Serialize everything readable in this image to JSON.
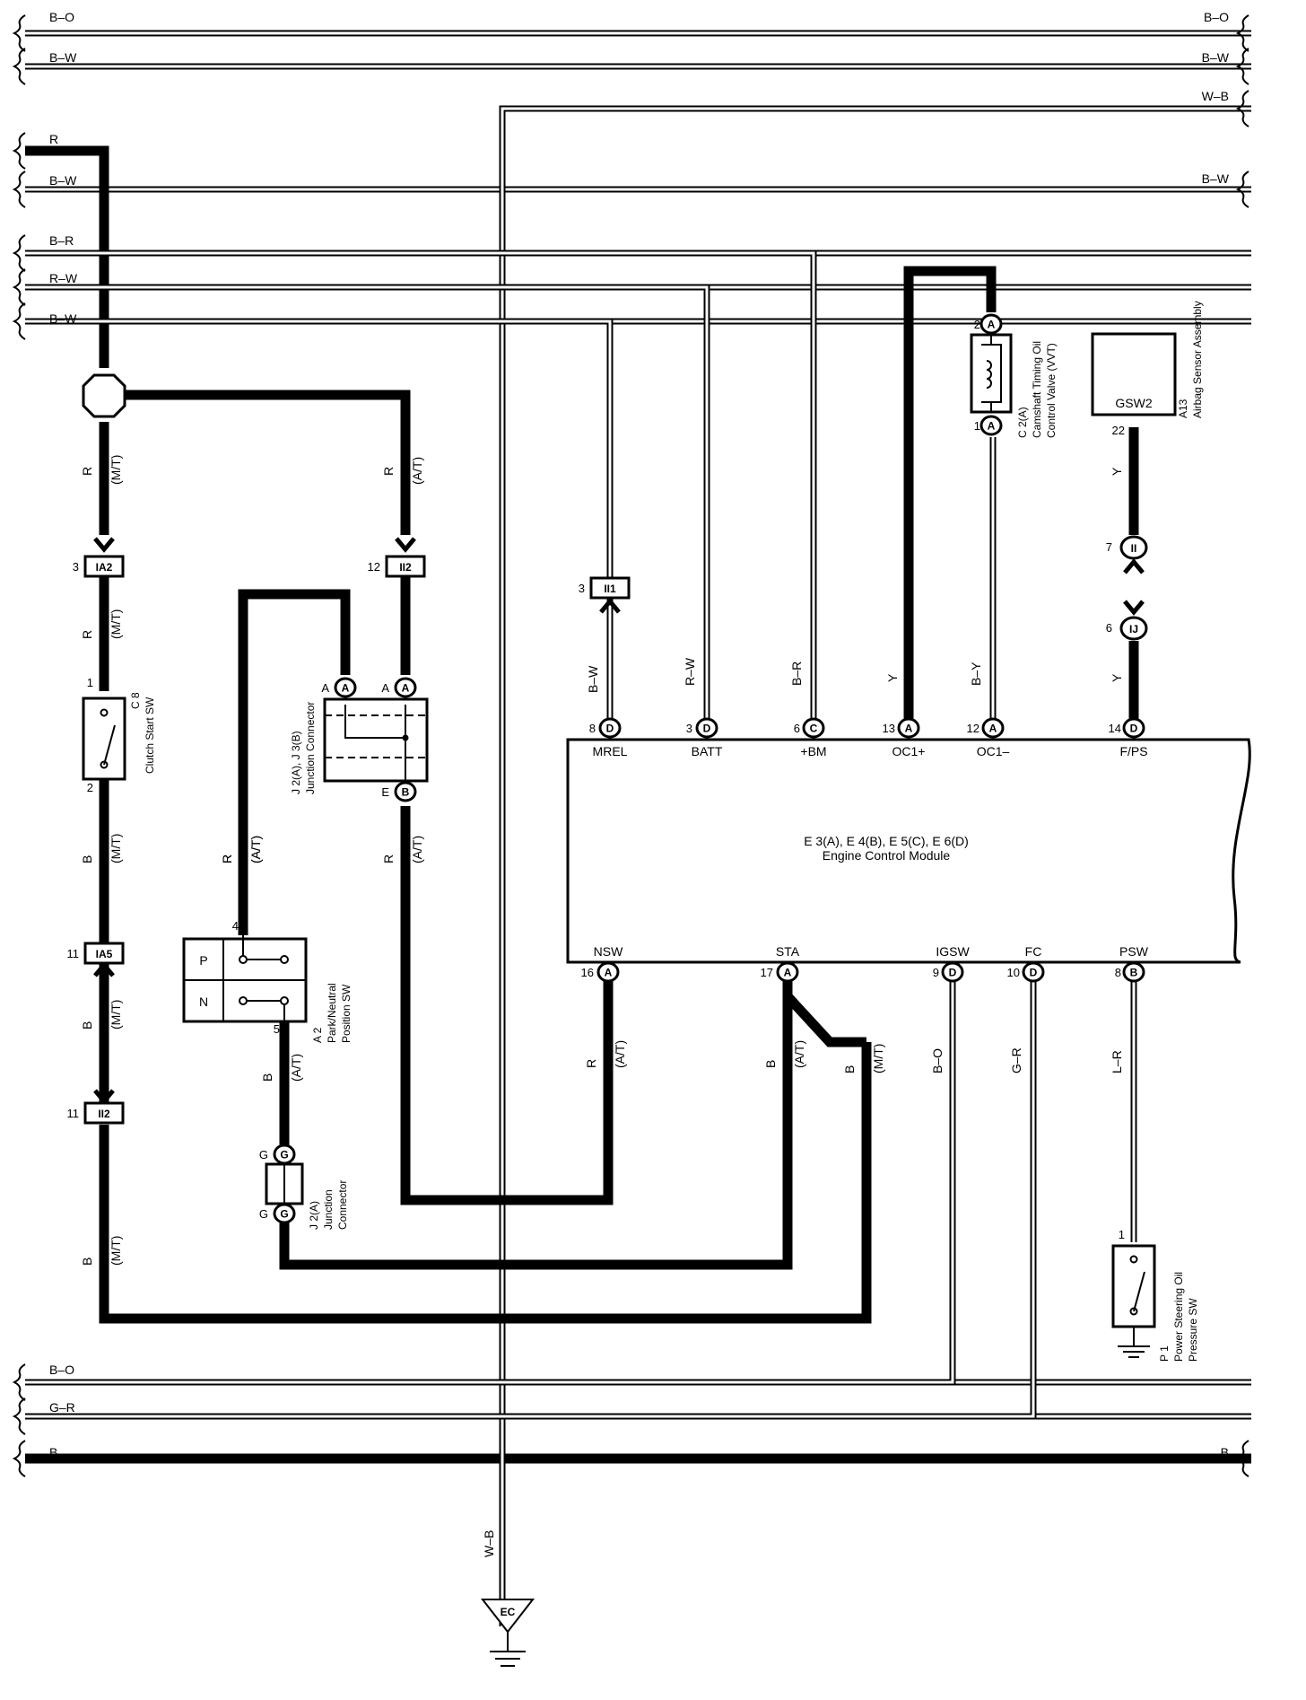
{
  "left_bus_labels": [
    "B–O",
    "B–W",
    "R",
    "B–W",
    "B–R",
    "R–W",
    "B–W",
    "B–O",
    "G–R",
    "B"
  ],
  "right_bus_labels": [
    "B–O",
    "B–W",
    "W–B",
    "B–W",
    "B"
  ],
  "wire_labels": [
    "R",
    "(M/T)",
    "R",
    "(M/T)",
    "B",
    "(M/T)",
    "B",
    "(M/T)",
    "B",
    "(M/T)",
    "R",
    "(A/T)",
    "R",
    "(A/T)",
    "R",
    "(A/T)",
    "R",
    "(A/T)",
    "B",
    "(A/T)",
    "B–W",
    "R–W",
    "B–R",
    "Y",
    "B–Y",
    "Y",
    "Y",
    "R",
    "(A/T)",
    "B",
    "(A/T)",
    "B",
    "(M/T)",
    "B–O",
    "G–R",
    "L–R",
    "W–B"
  ],
  "junction_codes": [
    "IA2",
    "IA5",
    "II2",
    "II2",
    "II1",
    "II",
    "IJ"
  ],
  "pin_numbers": [
    "3",
    "11",
    "11",
    "12",
    "3",
    "1",
    "2",
    "4",
    "5",
    "7",
    "6",
    "22",
    "1",
    "2",
    "1",
    "8",
    "3",
    "6",
    "13",
    "12",
    "14",
    "16",
    "17",
    "9",
    "10",
    "8"
  ],
  "pin_letters": [
    "A",
    "A",
    "B",
    "A",
    "A",
    "D",
    "D",
    "C",
    "A",
    "A",
    "D",
    "A",
    "A",
    "D",
    "D",
    "B",
    "A",
    "A",
    "G",
    "G",
    "A",
    "A"
  ],
  "pin_side_letters": [
    "A",
    "A",
    "E",
    "G",
    "G"
  ],
  "ecm": {
    "top_terminals": [
      "MREL",
      "BATT",
      "+BM",
      "OC1+",
      "OC1–",
      "F/PS"
    ],
    "bottom_terminals": [
      "NSW",
      "STA",
      "IGSW",
      "FC",
      "PSW"
    ],
    "name_line1": "E 3(A), E 4(B), E 5(C), E 6(D)",
    "name_line2": "Engine Control Module"
  },
  "components": {
    "clutch_code": "C 8",
    "clutch_name": "Clutch Start SW",
    "jc1_code": "J 2(A), J 3(B)",
    "jc1_name": "Junction Connector",
    "pn_code": "A 2",
    "pn_name1": "Park/Neutral",
    "pn_name2": "Position SW",
    "pn_p": "P",
    "pn_n": "N",
    "jc2_code": "J 2(A)",
    "jc2_name1": "Junction",
    "jc2_name2": "Connector",
    "vvt_code": "C 2(A)",
    "vvt_name1": "Camshaft Timing Oil",
    "vvt_name2": "Control Valve (VVT)",
    "airbag_code": "A13",
    "airbag_name": "Airbag Sensor Assembly",
    "airbag_terminal": "GSW2",
    "ps_code": "P 1",
    "ps_name1": "Power Steering Oil",
    "ps_name2": "Pressure SW",
    "ground": "EC"
  }
}
